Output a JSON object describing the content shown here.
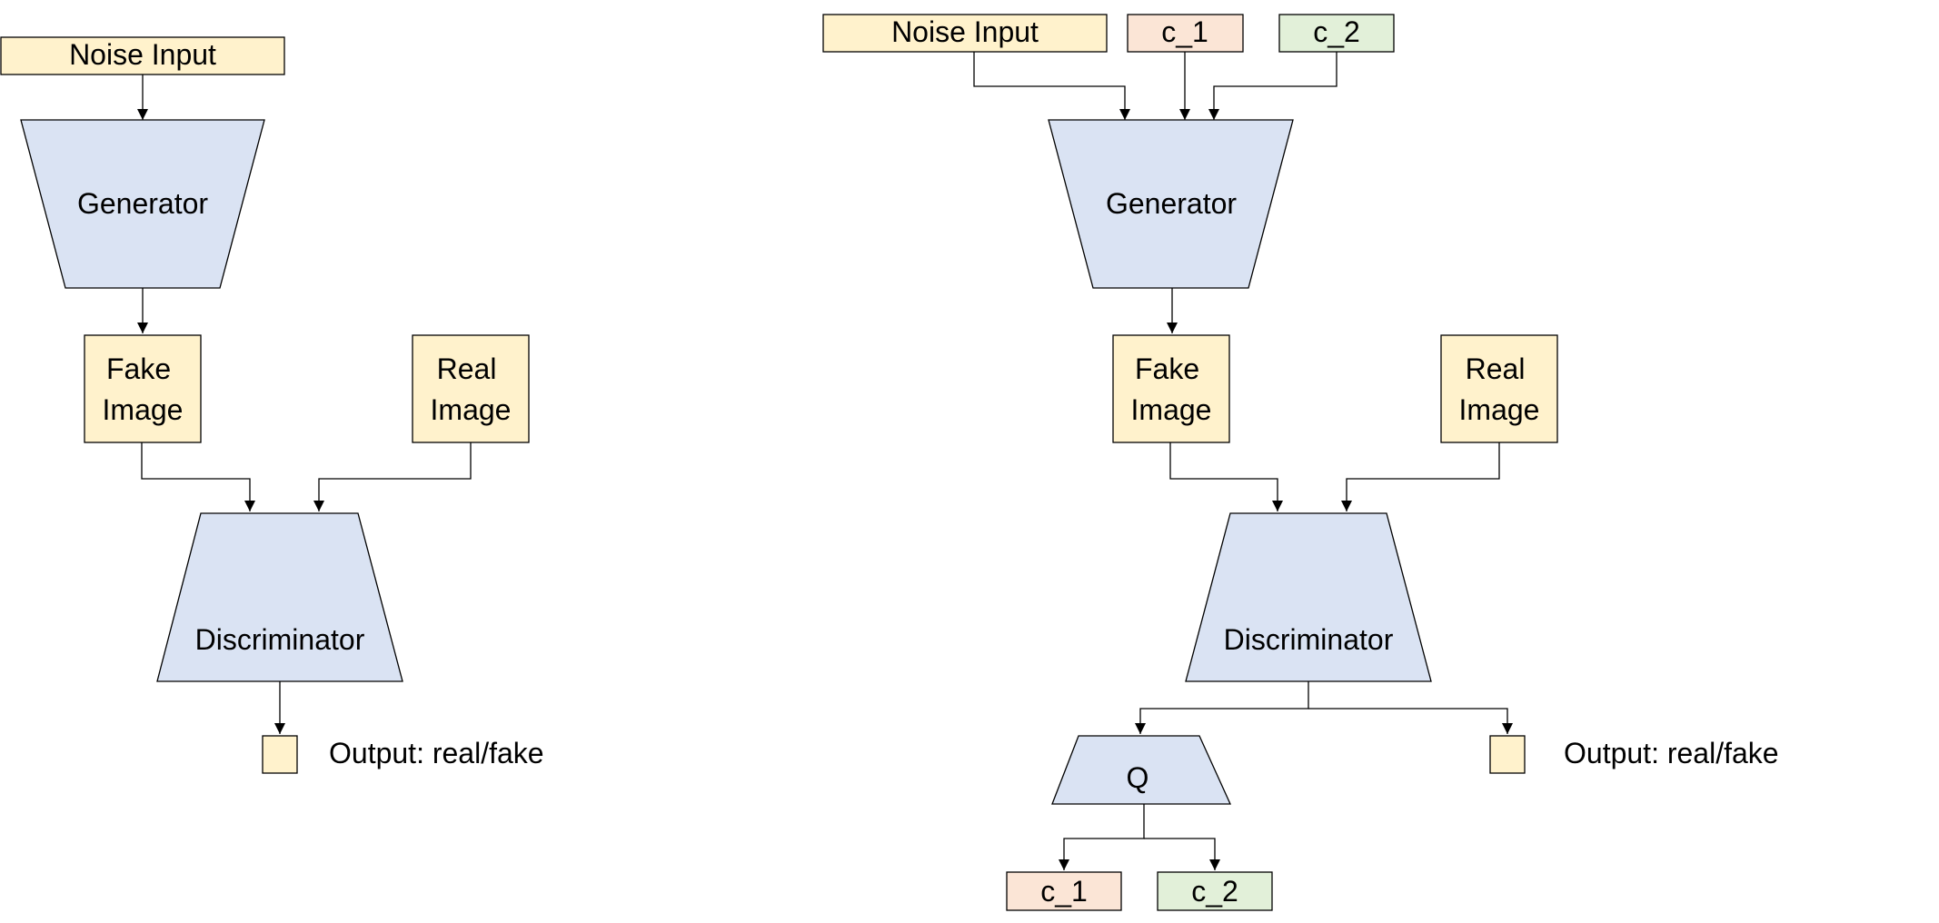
{
  "colors": {
    "input_fill": "#fff2cc",
    "network_fill": "#dae3f3",
    "code1_fill": "#fbe5d6",
    "code2_fill": "#e2f0d9",
    "stroke": "#000000",
    "background": "#ffffff"
  },
  "gan": {
    "noise_input": "Noise Input",
    "generator": "Generator",
    "fake_image": [
      "Fake",
      "Image"
    ],
    "real_image": [
      "Real",
      "Image"
    ],
    "discriminator": "Discriminator",
    "output_label": "Output: real/fake"
  },
  "infogan": {
    "noise_input": "Noise Input",
    "code_1": "c_1",
    "code_2": "c_2",
    "generator": "Generator",
    "fake_image": [
      "Fake",
      "Image"
    ],
    "real_image": [
      "Real",
      "Image"
    ],
    "discriminator": "Discriminator",
    "q_network": "Q",
    "output_label": "Output: real/fake",
    "q_output_1": "c_1",
    "q_output_2": "c_2"
  }
}
